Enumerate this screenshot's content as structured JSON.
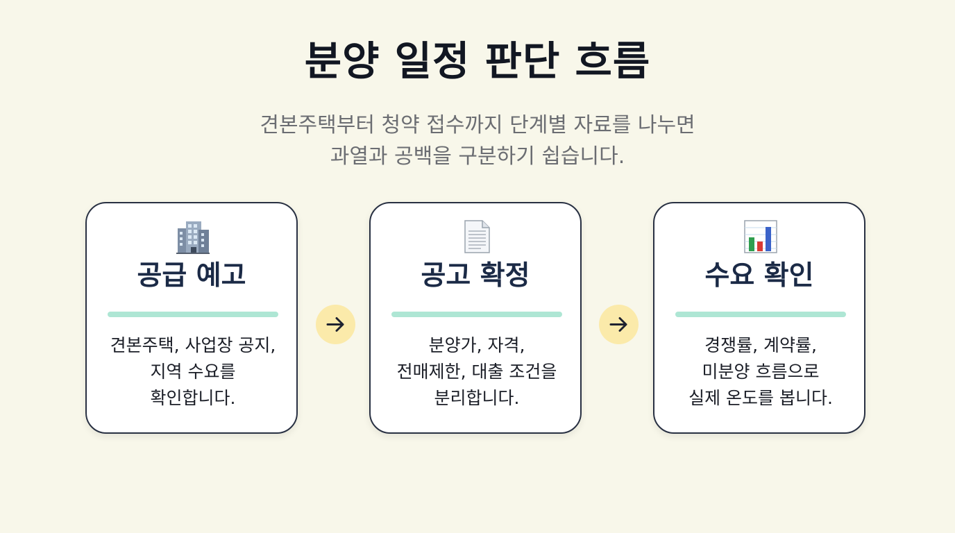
{
  "title": "분양 일정 판단 흐름",
  "subtitle": {
    "line1": "견본주택부터 청약 접수까지 단계별 자료를 나누면",
    "line2": "과열과 공백을 구분하기 쉽습니다."
  },
  "steps": [
    {
      "icon": "office-building-icon",
      "title": "공급 예고",
      "desc": [
        "견본주택, 사업장 공지,",
        "지역 수요를",
        "확인합니다."
      ]
    },
    {
      "icon": "document-icon",
      "title": "공고 확정",
      "desc": [
        "분양가, 자격,",
        "전매제한, 대출 조건을",
        "분리합니다."
      ]
    },
    {
      "icon": "bar-chart-icon",
      "title": "수요 확인",
      "desc": [
        "경쟁률, 계약률,",
        "미분양 흐름으로",
        "실제 온도를 봅니다."
      ]
    }
  ],
  "connector_icon": "arrow-right-icon",
  "colors": {
    "background": "#f8f7ea",
    "card_border": "#283042",
    "title_text": "#1b2a46",
    "rule": "#aee6d4",
    "arrow_circle": "#fbeaaa"
  }
}
